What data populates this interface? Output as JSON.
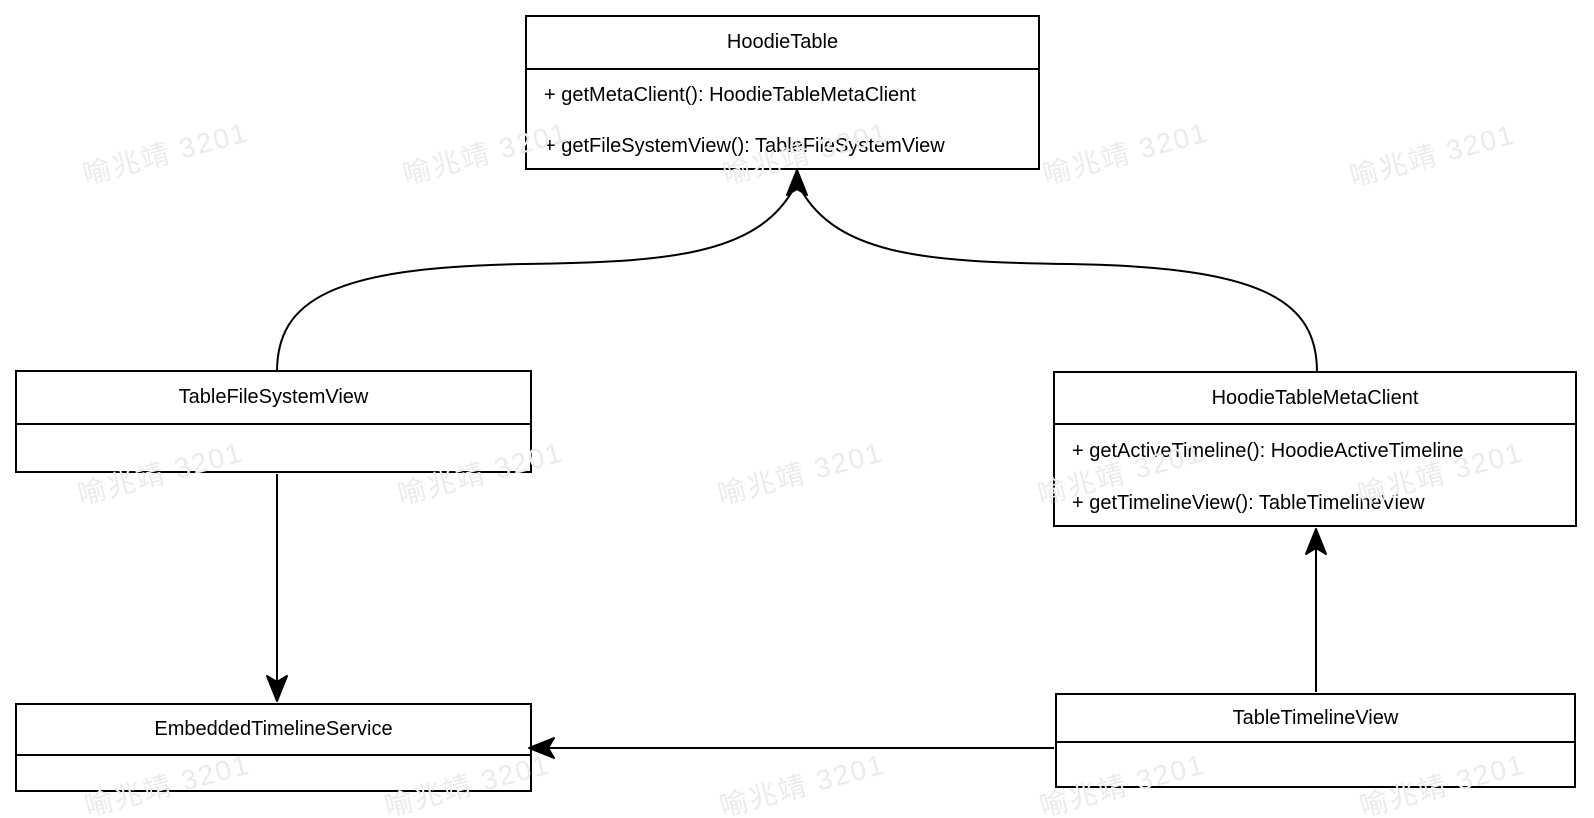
{
  "diagram": {
    "type": "uml-class-diagram",
    "classes": [
      {
        "name": "HoodieTable",
        "methods": [
          "+ getMetaClient(): HoodieTableMetaClient",
          "+ getFileSystemView(): TableFileSystemView"
        ]
      },
      {
        "name": "TableFileSystemView",
        "methods": []
      },
      {
        "name": "HoodieTableMetaClient",
        "methods": [
          "+ getActiveTimeline(): HoodieActiveTimeline",
          "+ getTimelineView(): TableTimelineView"
        ]
      },
      {
        "name": "EmbeddedTimelineService",
        "methods": []
      },
      {
        "name": "TableTimelineView",
        "methods": []
      }
    ],
    "relations": [
      {
        "from": "TableFileSystemView",
        "to": "HoodieTable",
        "style": "curved-arrow"
      },
      {
        "from": "HoodieTableMetaClient",
        "to": "HoodieTable",
        "style": "curved-arrow"
      },
      {
        "from": "TableFileSystemView",
        "to": "EmbeddedTimelineService",
        "style": "straight-arrow"
      },
      {
        "from": "TableTimelineView",
        "to": "HoodieTableMetaClient",
        "style": "straight-arrow"
      },
      {
        "from": "TableTimelineView",
        "to": "EmbeddedTimelineService",
        "style": "straight-arrow"
      }
    ],
    "colors": {
      "line": "#000000",
      "box_fill": "#ffffff",
      "watermark": "#ebebeb"
    }
  },
  "watermark": {
    "text": "喻兆靖 3201"
  }
}
